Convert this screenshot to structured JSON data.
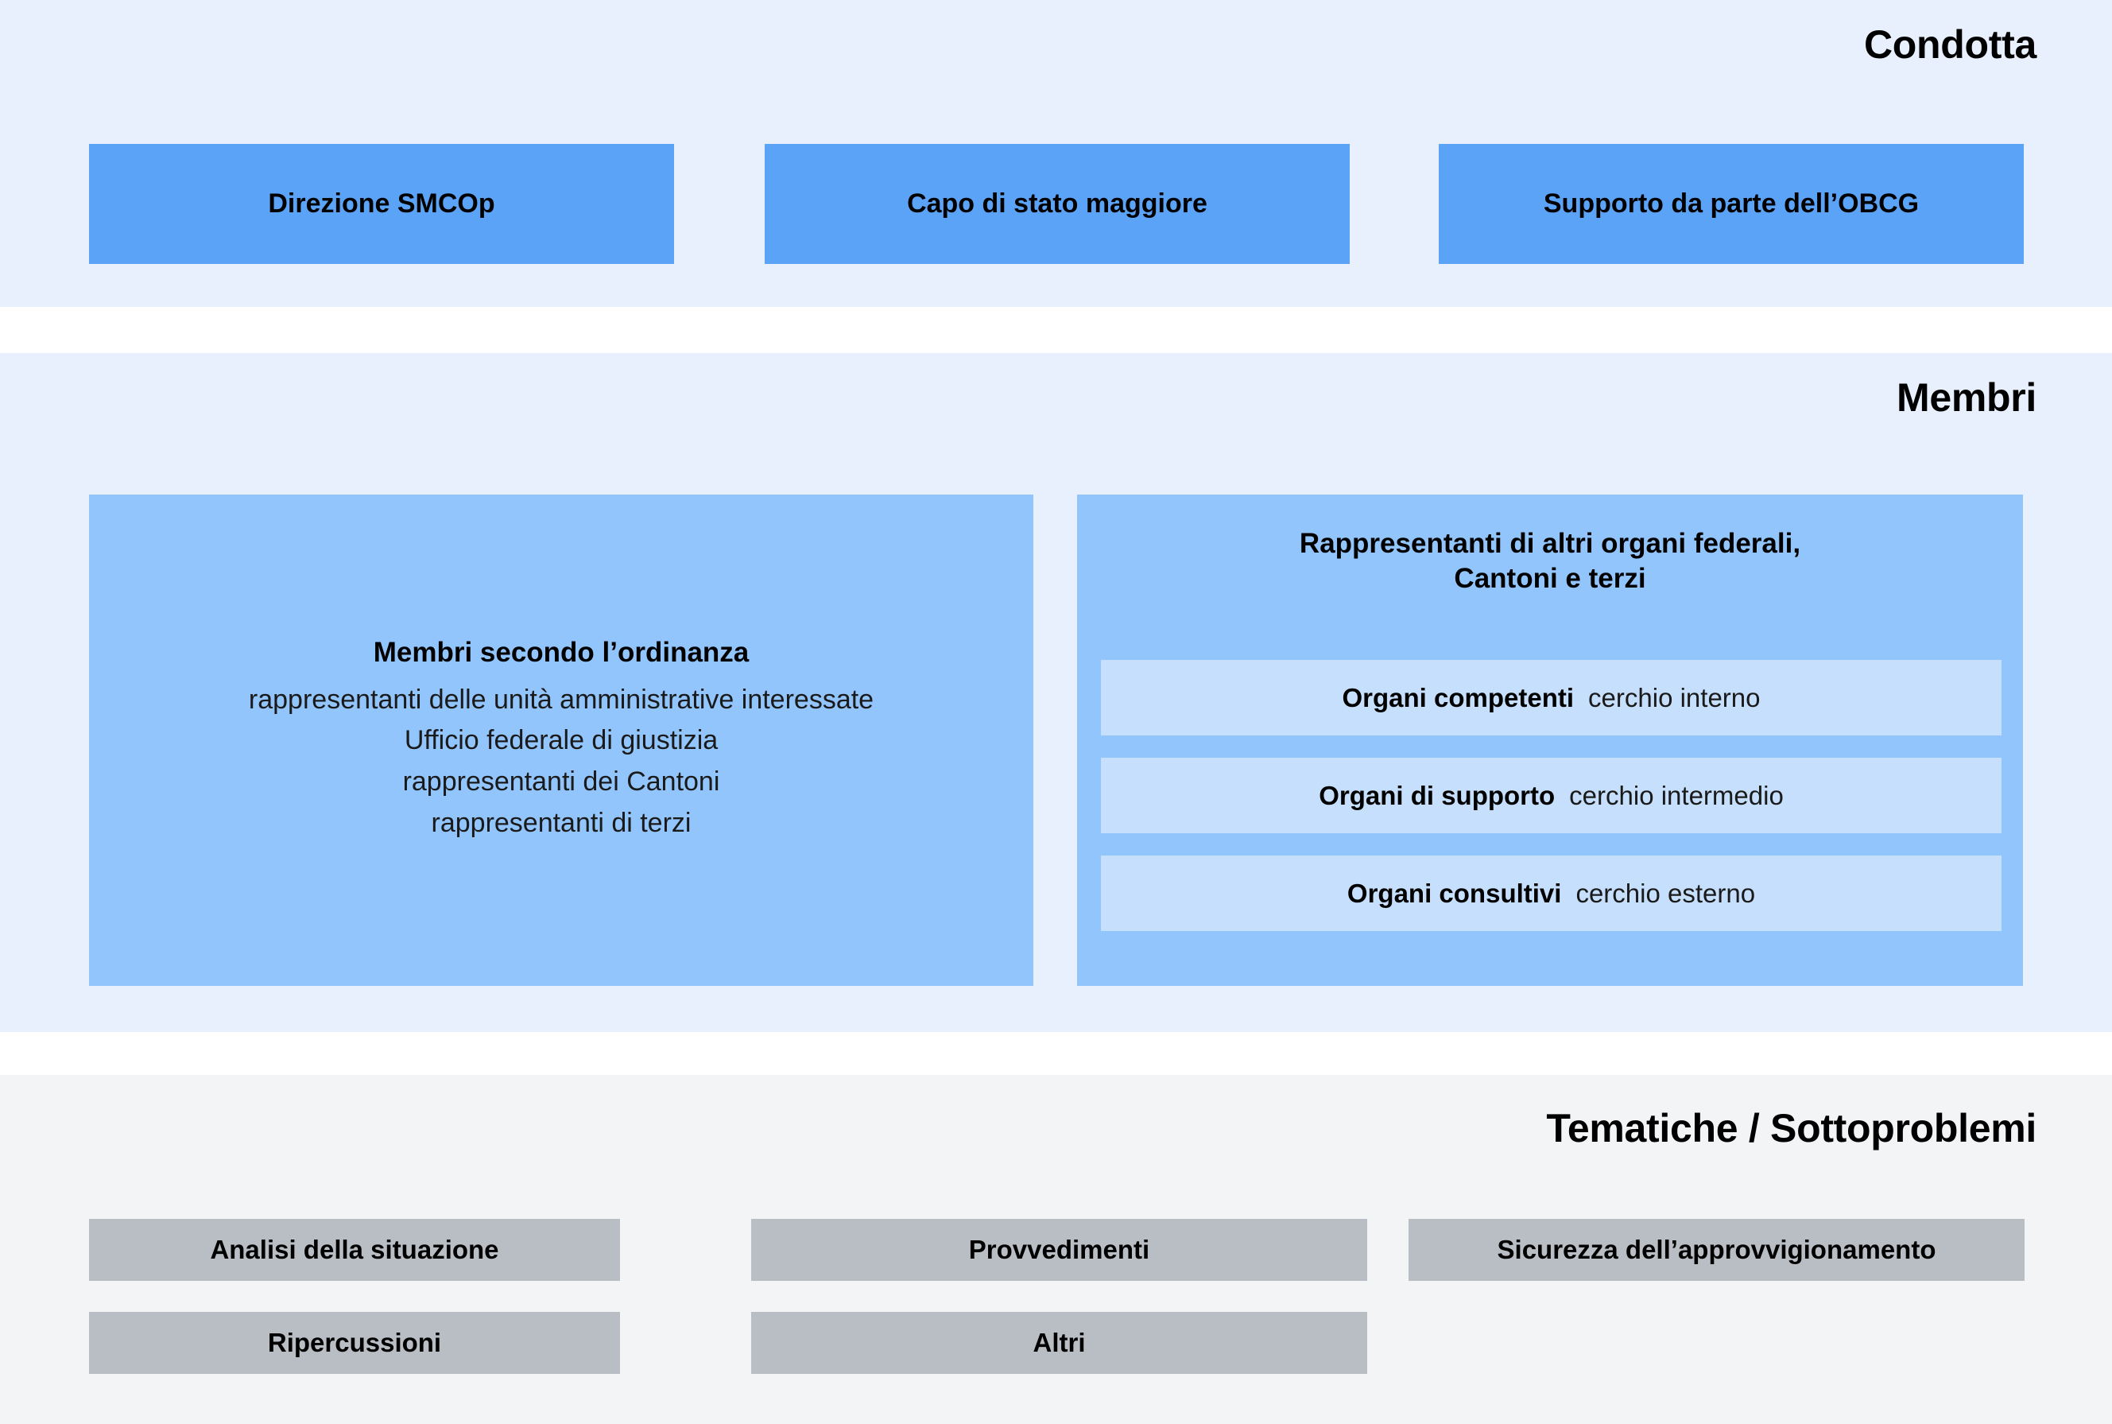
{
  "sections": [
    {
      "id": "condotta",
      "title": "Condotta",
      "background": "#e9f0fd",
      "box_color": "#5ba3f7",
      "boxes": [
        {
          "label": "Direzione SMCOp"
        },
        {
          "label": "Capo di stato maggiore"
        },
        {
          "label": "Supporto da parte dell’OBCG"
        }
      ]
    },
    {
      "id": "membri",
      "title": "Membri",
      "background": "#e9f0fd",
      "box_color": "#93c5fd",
      "left_box": {
        "title": "Membri secondo l’ordinanza",
        "lines": [
          "rappresentanti delle unità amministrative interessate",
          "Ufficio federale di giustizia",
          "rappresentanti dei Cantoni",
          "rappresentanti di terzi"
        ]
      },
      "right_box": {
        "title_line1": "Rappresentanti di altri organi federali,",
        "title_line2": "Cantoni e terzi",
        "inner_bar_color": "#c6dffc",
        "bars": [
          {
            "strong": "Organi competenti",
            "light": "cerchio interno"
          },
          {
            "strong": "Organi di supporto",
            "light": "cerchio intermedio"
          },
          {
            "strong": "Organi consultivi",
            "light": "cerchio esterno"
          }
        ]
      }
    },
    {
      "id": "tematiche",
      "title": "Tematiche / Sottoproblemi",
      "background": "#f3f4f6",
      "box_color": "#b9bdc4",
      "boxes_row1": [
        {
          "label": "Analisi della situazione"
        },
        {
          "label": "Provvedimenti"
        },
        {
          "label": "Sicurezza dell’approvvigionamento"
        }
      ],
      "boxes_row2": [
        {
          "label": "Ripercussioni"
        },
        {
          "label": "Altri"
        }
      ]
    }
  ]
}
